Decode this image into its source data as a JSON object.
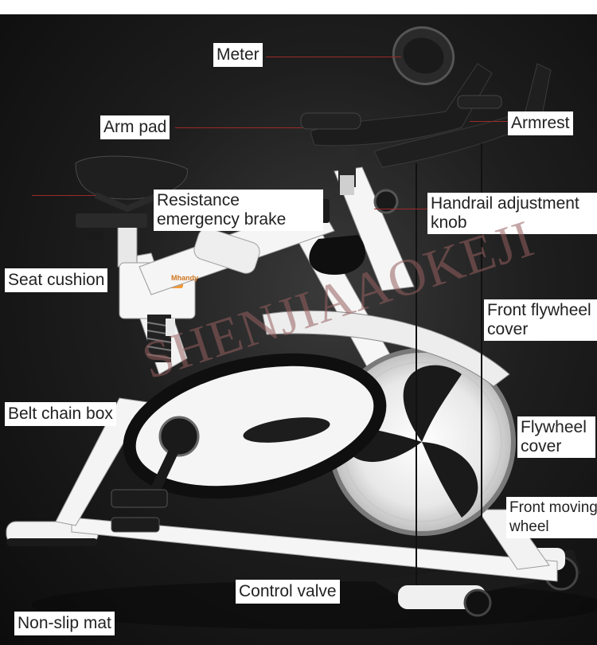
{
  "image": {
    "watermark": "SHENJIAAOKEJI",
    "brand": "Mhandy"
  },
  "labels": {
    "meter": "Meter",
    "arm_pad": "Arm pad",
    "armrest": "Armrest",
    "resistance_brake": "Resistance emergency brake",
    "handrail_knob": "Handrail adjustment knob",
    "seat_cushion": "Seat cushion",
    "front_flywheel_cover": "Front flywheel cover",
    "belt_chain_box": "Belt chain box",
    "flywheel_cover": "Flywheel cover",
    "front_moving_wheel": "Front moving wheel",
    "control_valve": "Control valve",
    "non_slip_mat": "Non-slip mat"
  },
  "colors": {
    "frame": "#f4f4f4",
    "accent_leader": "#9b2a2a",
    "background": "#151515"
  }
}
